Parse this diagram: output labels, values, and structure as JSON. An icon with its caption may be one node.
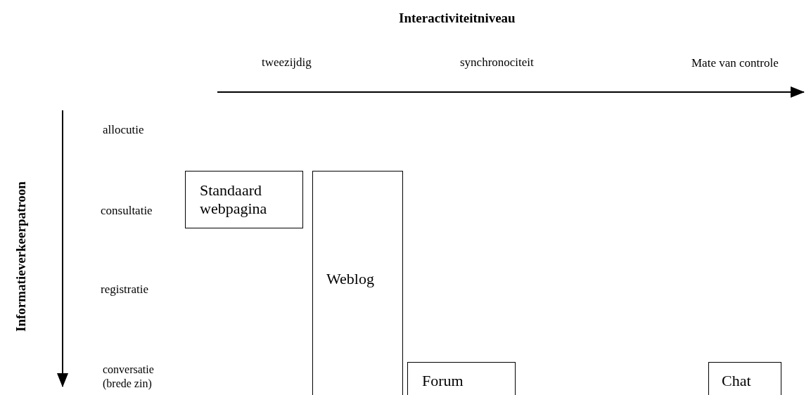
{
  "diagram": {
    "nodes": [
      {
        "text": [
          "Standaard webpagina"
        ]
      },
      {
        "text": [
          "Weblog"
        ]
      },
      {
        "text": [
          "Forum"
        ]
      },
      {
        "text": [
          "Chat"
        ]
      }
    ],
    "labels": [
      "Interactiviteitniveau",
      "tweezijdig",
      "synchronociteit",
      "Mate van controle",
      "Informatieverkeerpatroon",
      "allocutie",
      "consultatie",
      "registratie",
      "conversatie (brede zin)"
    ]
  }
}
